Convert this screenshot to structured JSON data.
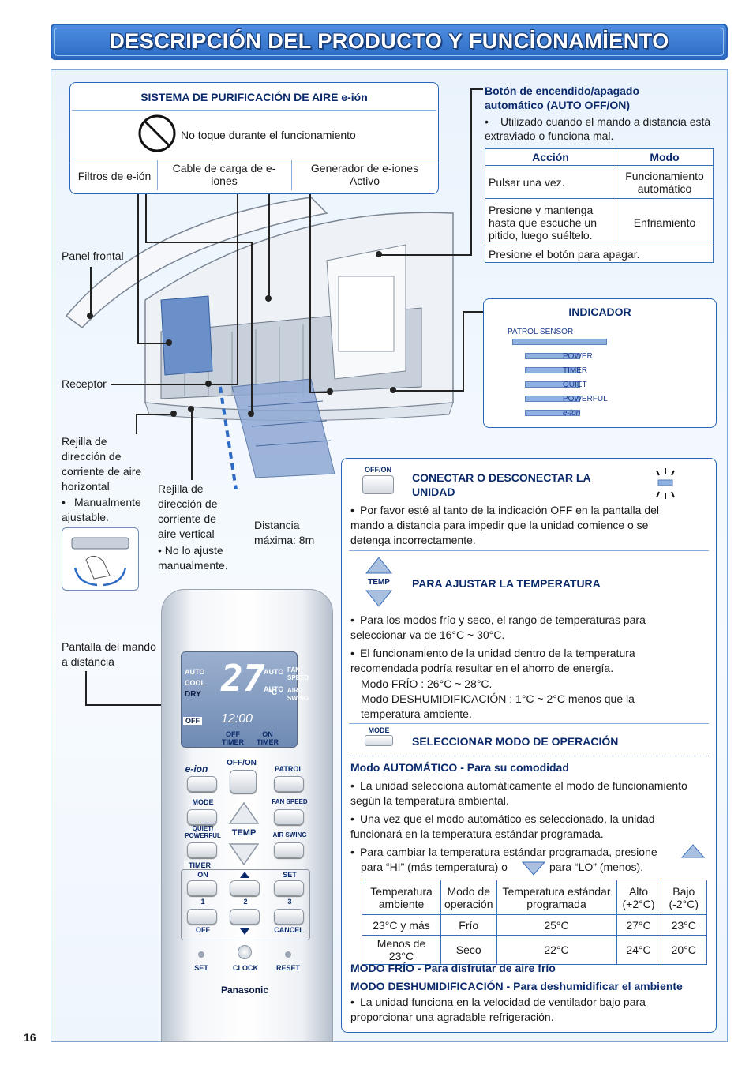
{
  "page": {
    "title": "DESCRIPCIÓN DEL PRODUCTO Y FUNCİONAMİENTO",
    "number": "16"
  },
  "eion_box": {
    "title": "SISTEMA DE PURIFICACIÓN DE AIRE e-ión",
    "warning": "No toque durante el funcionamiento",
    "col1": "Filtros de e-ión",
    "col2": "Cable de carga de e-iones",
    "col3": "Generador de e-iones Activo"
  },
  "labels": {
    "panel_frontal": "Panel frontal",
    "receptor": "Receptor",
    "rejilla_h": "Rejilla de dirección de corriente de aire horizontal",
    "rejilla_h_note": "Manualmente ajustable.",
    "rejilla_v": "Rejilla de dirección de corriente de aire vertical",
    "rejilla_v_note": "• No lo ajuste manualmente.",
    "distancia": "Distancia máxima:  8m",
    "pantalla": "Pantalla del mando a distancia"
  },
  "auto_button": {
    "title": "Botón de encendido/apagado automático (AUTO OFF/ON)",
    "note": "Utilizado cuando el mando a distancia está extraviado o funciona mal.",
    "table": {
      "headers": [
        "Acción",
        "Modo"
      ],
      "rows": [
        [
          "Pulsar una vez.",
          "Funcionamiento automático"
        ],
        [
          "Presione y mantenga hasta que escuche un pitido, luego suéltelo.",
          "Enfriamiento"
        ]
      ],
      "footer": "Presione el botón para apagar."
    }
  },
  "indicador": {
    "title": "INDICADOR",
    "patrol": "PATROL SENSOR",
    "items": [
      "POWER",
      "TIMER",
      "QUIET",
      "POWERFUL",
      "e-ion"
    ]
  },
  "sections": {
    "onoff": {
      "icon_label": "OFF/ON",
      "title": "CONECTAR O DESCONECTAR LA UNIDAD",
      "text": "Por favor esté al tanto de la indicación OFF en la pantalla del mando a distancia para impedir que la unidad comience o se detenga incorrectamente."
    },
    "temp": {
      "icon_label": "TEMP",
      "title": "PARA AJUSTAR LA TEMPERATURA",
      "b1": "Para los modos frío y seco, el rango de temperaturas para seleccionar va de 16°C ~ 30°C.",
      "b2": "El funcionamiento de la unidad dentro de la temperatura recomendada podría resultar en el ahorro de energía.",
      "b2_l2": "Modo FRÍO : 26°C ~ 28°C.",
      "b2_l3": "Modo DESHUMIDIFICACIÓN : 1°C ~ 2°C menos que la temperatura ambiente."
    },
    "mode": {
      "icon_label": "MODE",
      "title": "SELECCIONAR MODO DE OPERACIÓN",
      "auto_head": "Modo AUTOMÁTICO - Para su comodidad",
      "a1": "La unidad selecciona automáticamente el modo de funcionamiento según la temperatura ambiental.",
      "a2": "Una vez que el modo automático es seleccionado, la unidad funcionará en la temperatura estándar programada.",
      "a3a": "Para cambiar la temperatura estándar programada, presione",
      "a3b": "para “HI” (más temperatura) o",
      "a3c": "para “LO” (menos).",
      "table": {
        "headers": [
          "Temperatura ambiente",
          "Modo de operación",
          "Temperatura estándar programada",
          "Alto (+2°C)",
          "Bajo (-2°C)"
        ],
        "rows": [
          [
            "23°C y más",
            "Frío",
            "25°C",
            "27°C",
            "23°C"
          ],
          [
            "Menos de 23°C",
            "Seco",
            "22°C",
            "24°C",
            "20°C"
          ]
        ]
      },
      "cool_head": "MODO FRÍO - Para disfrutar de aire frío",
      "dry_head": "MODO DESHUMIDIFICACIÓN - Para deshumidificar el ambiente",
      "d1": "La unidad funciona en la velocidad de ventilador bajo para proporcionar una agradable refrigeración."
    }
  },
  "remote": {
    "lcd": {
      "auto": "AUTO",
      "cool": "COOL",
      "dry": "DRY",
      "auto2": "AUTO",
      "auto3": "AUTO",
      "fan": "FAN SPEED",
      "air": "AIR SWING",
      "temp": "27",
      "unit": "°C",
      "off": "OFF",
      "time": "12:00"
    },
    "off_timer": "OFF TIMER",
    "on_timer": "ON TIMER",
    "eion": "e-ion",
    "offon": "OFF/ON",
    "patrol": "PATROL",
    "mode": "MODE",
    "fan_speed": "FAN SPEED",
    "quiet": "QUIET/ POWERFUL",
    "temp": "TEMP",
    "air_swing": "AIR SWING",
    "timer": "TIMER",
    "on": "ON",
    "set_top": "SET",
    "n1": "1",
    "n2": "2",
    "n3": "3",
    "off": "OFF",
    "cancel": "CANCEL",
    "set": "SET",
    "clock": "CLOCK",
    "reset": "RESET",
    "brand": "Panasonic"
  }
}
